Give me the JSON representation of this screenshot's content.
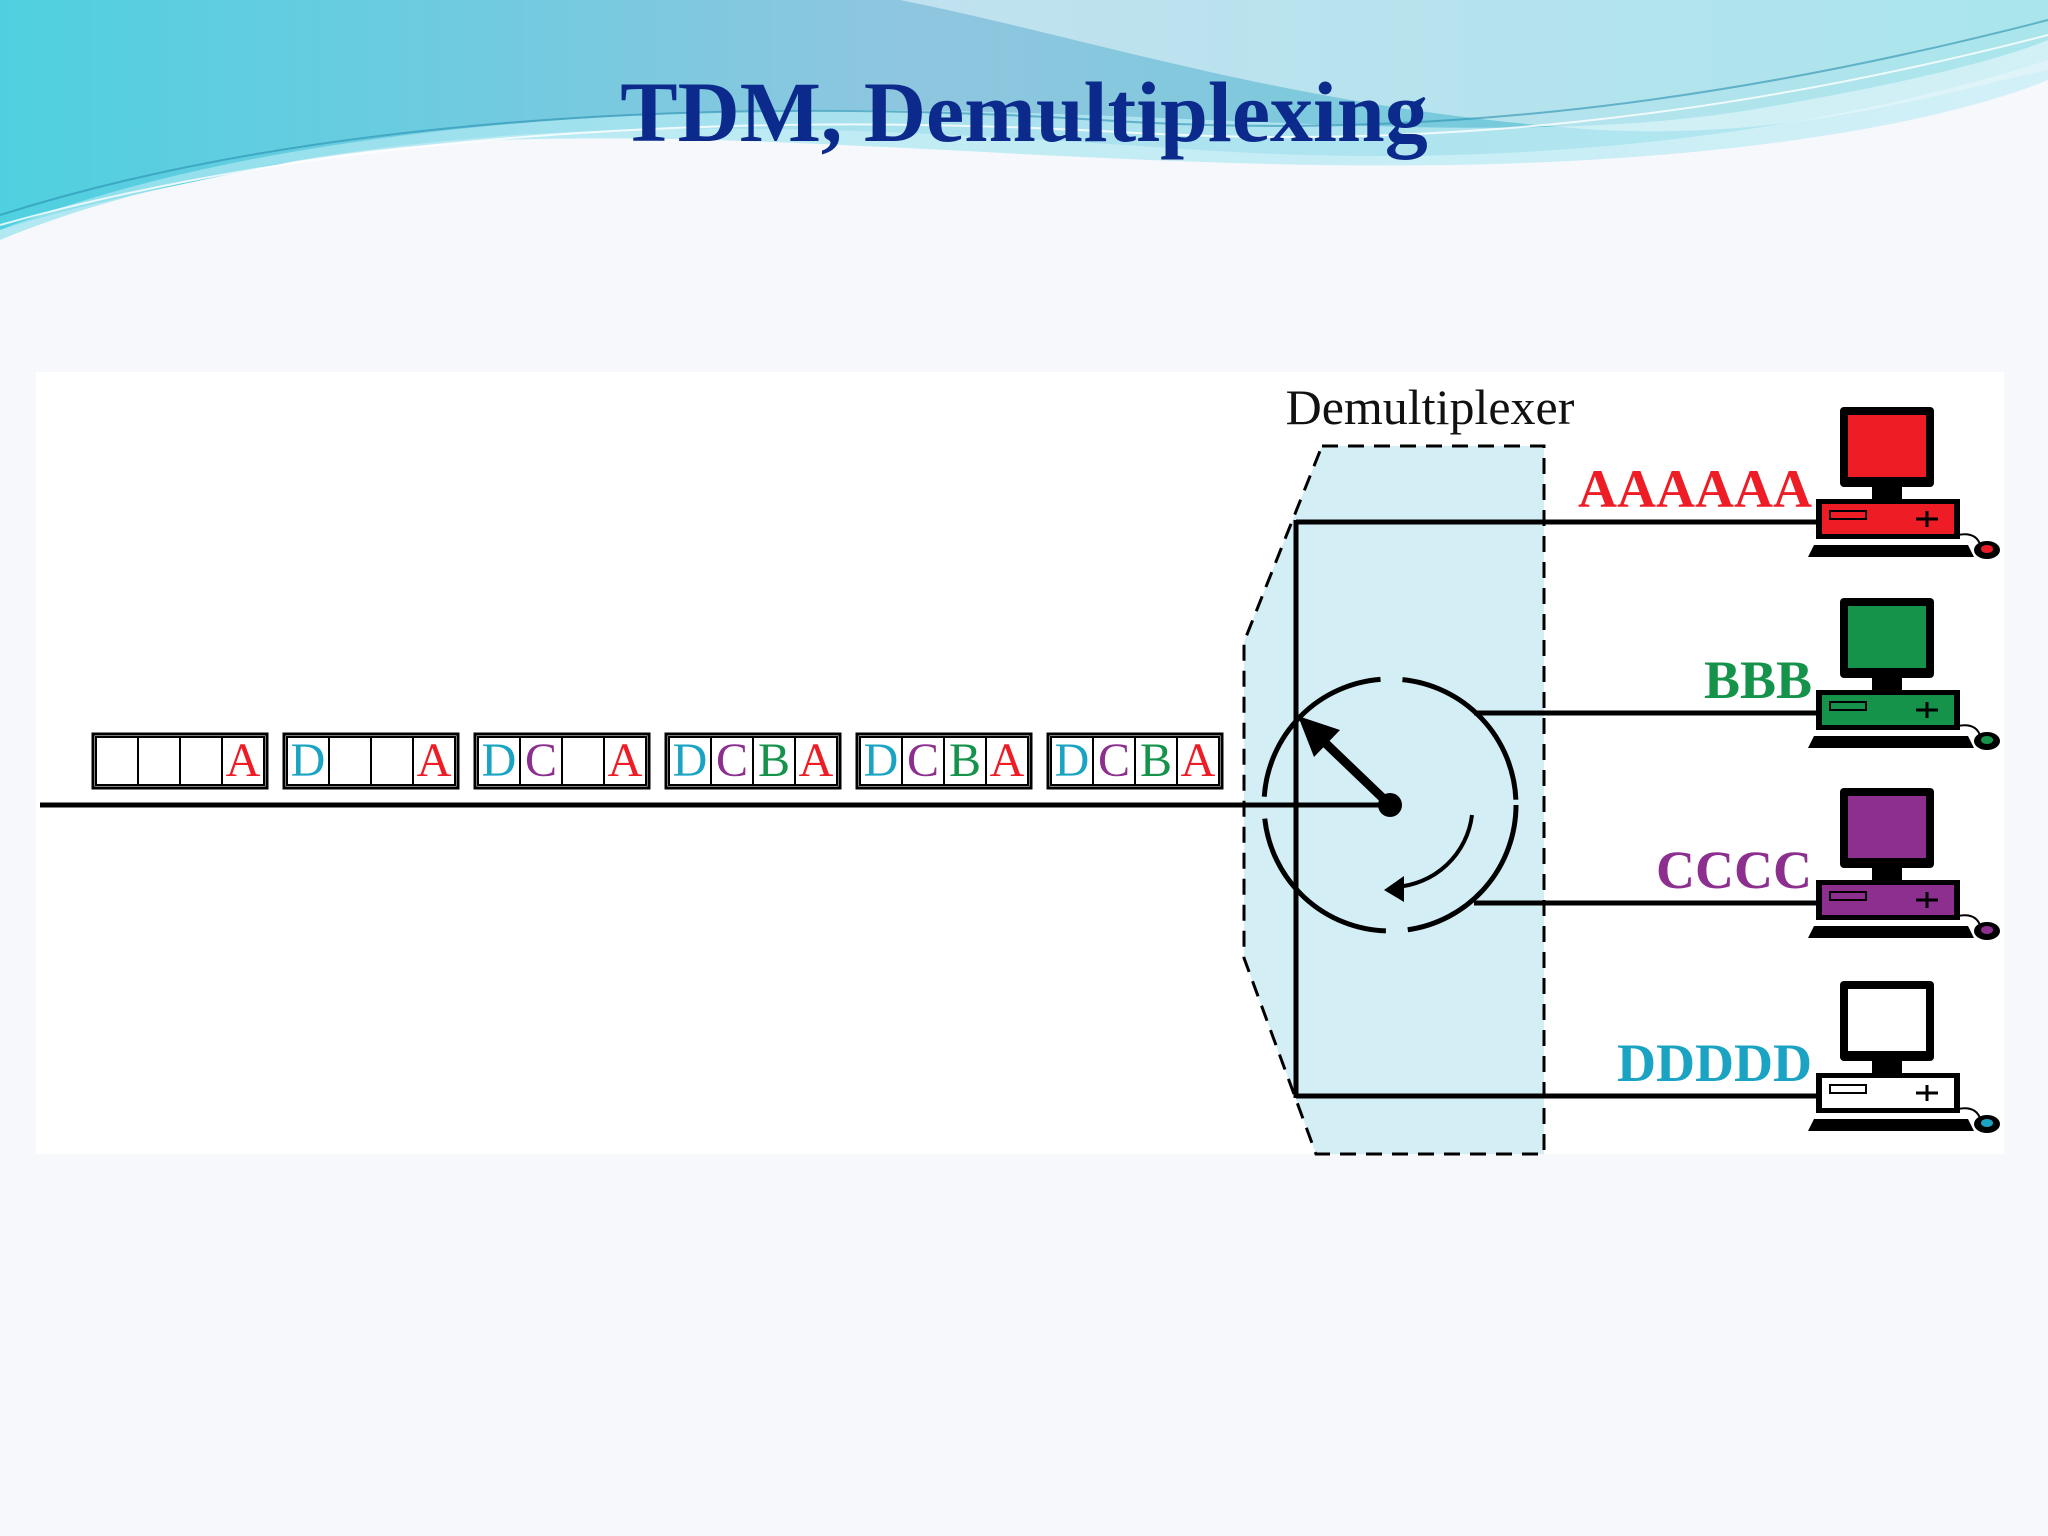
{
  "title": "TDM, Demultiplexing",
  "demux_label": "Demultiplexer",
  "colors": {
    "title": "#0b2a8c",
    "A": "#ee1c25",
    "B": "#15934a",
    "C": "#8c2f8f",
    "D": "#1aa3c2",
    "demux_fill": "#d4eef6"
  },
  "frames": [
    [
      "",
      "",
      "",
      "A"
    ],
    [
      "D",
      "",
      "",
      "A"
    ],
    [
      "D",
      "C",
      "",
      "A"
    ],
    [
      "D",
      "C",
      "B",
      "A"
    ],
    [
      "D",
      "C",
      "B",
      "A"
    ],
    [
      "D",
      "C",
      "B",
      "A"
    ]
  ],
  "outputs": [
    {
      "label": "AAAAAA",
      "channel": "A"
    },
    {
      "label": "BBB",
      "channel": "B"
    },
    {
      "label": "CCCC",
      "channel": "C"
    },
    {
      "label": "DDDDD",
      "channel": "D"
    }
  ]
}
